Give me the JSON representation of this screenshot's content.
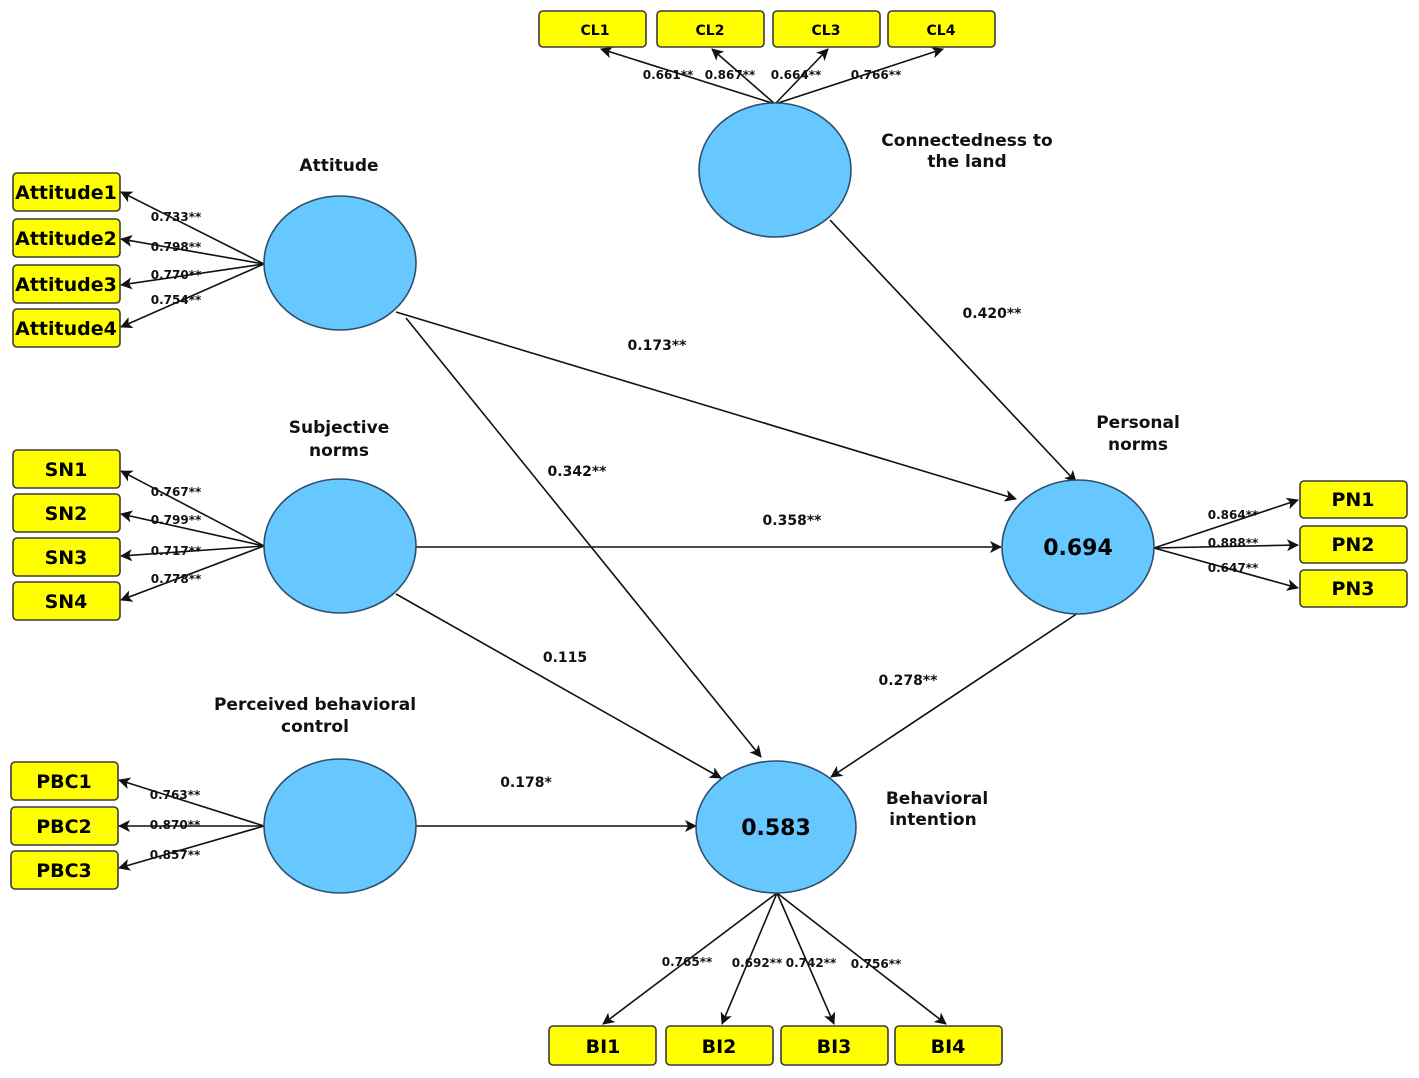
{
  "latents": {
    "attitude": {
      "label": [
        "Attitude"
      ]
    },
    "subjective_norms": {
      "label": [
        "Subjective",
        "norms"
      ]
    },
    "pbc": {
      "label": [
        "Perceived behavioral",
        "control"
      ]
    },
    "connectedness": {
      "label": [
        "Connectedness to",
        "the land"
      ]
    },
    "personal_norms": {
      "label": [
        "Personal",
        "norms"
      ],
      "r2": "0.694"
    },
    "behavioral_intention": {
      "label": [
        "Behavioral",
        "intention"
      ],
      "r2": "0.583"
    }
  },
  "indicators": {
    "attitude": [
      {
        "name": "Attitude1",
        "loading": "0.733**"
      },
      {
        "name": "Attitude2",
        "loading": "0.798**"
      },
      {
        "name": "Attitude3",
        "loading": "0.770**"
      },
      {
        "name": "Attitude4",
        "loading": "0.754**"
      }
    ],
    "subjective_norms": [
      {
        "name": "SN1",
        "loading": "0.767**"
      },
      {
        "name": "SN2",
        "loading": "0.799**"
      },
      {
        "name": "SN3",
        "loading": "0.717**"
      },
      {
        "name": "SN4",
        "loading": "0.778**"
      }
    ],
    "pbc": [
      {
        "name": "PBC1",
        "loading": "0.763**"
      },
      {
        "name": "PBC2",
        "loading": "0.870**"
      },
      {
        "name": "PBC3",
        "loading": "0.857**"
      }
    ],
    "connectedness": [
      {
        "name": "CL1",
        "loading": "0.661**"
      },
      {
        "name": "CL2",
        "loading": "0.867**"
      },
      {
        "name": "CL3",
        "loading": "0.664**"
      },
      {
        "name": "CL4",
        "loading": "0.766**"
      }
    ],
    "personal_norms": [
      {
        "name": "PN1",
        "loading": "0.864**"
      },
      {
        "name": "PN2",
        "loading": "0.888**"
      },
      {
        "name": "PN3",
        "loading": "0.647**"
      }
    ],
    "behavioral_intention": [
      {
        "name": "BI1",
        "loading": "0.765**"
      },
      {
        "name": "BI2",
        "loading": "0.692**"
      },
      {
        "name": "BI3",
        "loading": "0.742**"
      },
      {
        "name": "BI4",
        "loading": "0.756**"
      }
    ]
  },
  "paths": {
    "attitude_to_personal_norms": "0.173**",
    "attitude_to_behavioral_intention": "0.342**",
    "subjective_norms_to_personal_norms": "0.358**",
    "subjective_norms_to_behavioral_intention": "0.115",
    "pbc_to_behavioral_intention": "0.178*",
    "connectedness_to_personal_norms": "0.420**",
    "personal_norms_to_behavioral_intention": "0.278**"
  },
  "colors": {
    "indicator_fill": "#ffff00",
    "latent_fill": "#66c8ff"
  }
}
